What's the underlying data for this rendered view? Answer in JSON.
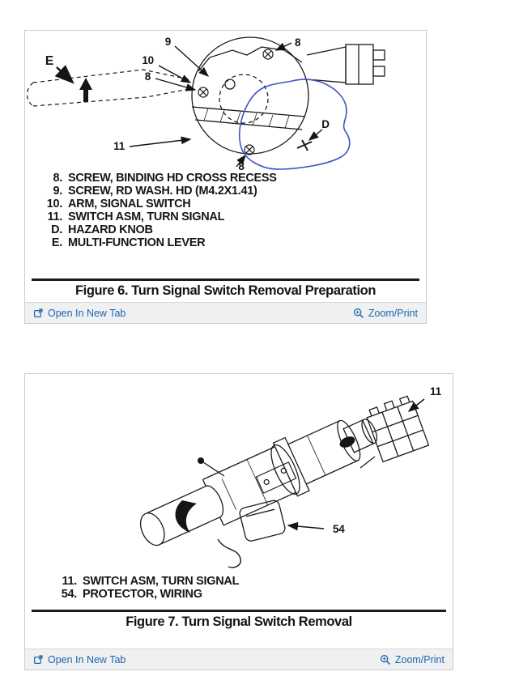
{
  "colors": {
    "link": "#1f66ad",
    "footer_background": "#eef0f2",
    "panel_border": "#c9ccce",
    "ink": "#141414",
    "annotation": "#3d55c4"
  },
  "icons": {
    "open_in_new_tab": "open-in-new-tab-icon (boxed arrow)",
    "zoom_print": "magnifier-plus-icon"
  },
  "figures": [
    {
      "caption": "Figure 6. Turn Signal Switch Removal Preparation",
      "legend": [
        {
          "key": "8.",
          "label": "SCREW, BINDING HD CROSS RECESS"
        },
        {
          "key": "9.",
          "label": "SCREW, RD WASH. HD (M4.2X1.41)"
        },
        {
          "key": "10.",
          "label": "ARM, SIGNAL SWITCH"
        },
        {
          "key": "11.",
          "label": "SWITCH ASM, TURN SIGNAL"
        },
        {
          "key": "D.",
          "label": "HAZARD KNOB"
        },
        {
          "key": "E.",
          "label": "MULTI-FUNCTION LEVER"
        }
      ],
      "callouts": {
        "c9": "9",
        "c10": "10",
        "c8_top": "8",
        "c8_left": "8",
        "c8_bottom": "8",
        "c11": "11",
        "cD": "D",
        "cE": "E"
      },
      "footer": {
        "open_in_new_tab": "Open In New Tab",
        "zoom_print": "Zoom/Print"
      }
    },
    {
      "caption": "Figure 7. Turn Signal Switch Removal",
      "legend": [
        {
          "key": "11.",
          "label": "SWITCH ASM, TURN SIGNAL"
        },
        {
          "key": "54.",
          "label": "PROTECTOR, WIRING"
        }
      ],
      "callouts": {
        "c11": "11",
        "c54": "54"
      },
      "footer": {
        "open_in_new_tab": "Open In New Tab",
        "zoom_print": "Zoom/Print"
      }
    }
  ]
}
